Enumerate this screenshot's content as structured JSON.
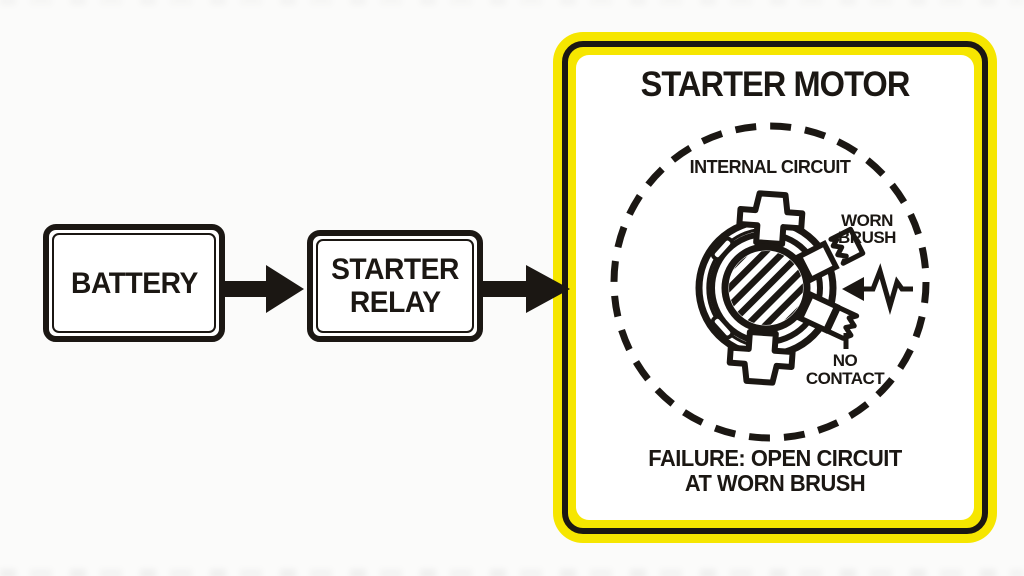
{
  "palette": {
    "ink": "#1b1713",
    "yellow": "#f6e600",
    "paper": "#fbfbfa",
    "white": "#ffffff"
  },
  "flow": {
    "battery": {
      "label": "BATTERY"
    },
    "relay": {
      "line1": "STARTER",
      "line2": "RELAY"
    }
  },
  "panel": {
    "title": "STARTER MOTOR",
    "diagram": {
      "region_label": "INTERNAL CIRCUIT",
      "worn_brush": {
        "line1": "WORN",
        "line2": "BRUSH"
      },
      "no_contact": {
        "line1": "NO",
        "line2": "CONTACT"
      }
    },
    "caption": {
      "line1": "FAILURE: OPEN CIRCUIT",
      "line2": "AT WORN BRUSH"
    }
  },
  "icons": {
    "flow_arrow": "thick right-pointing black arrow",
    "dashed_boundary": "dashed circle outline",
    "open_circuit_arrow": "left arrow with zigzag break symbol"
  }
}
